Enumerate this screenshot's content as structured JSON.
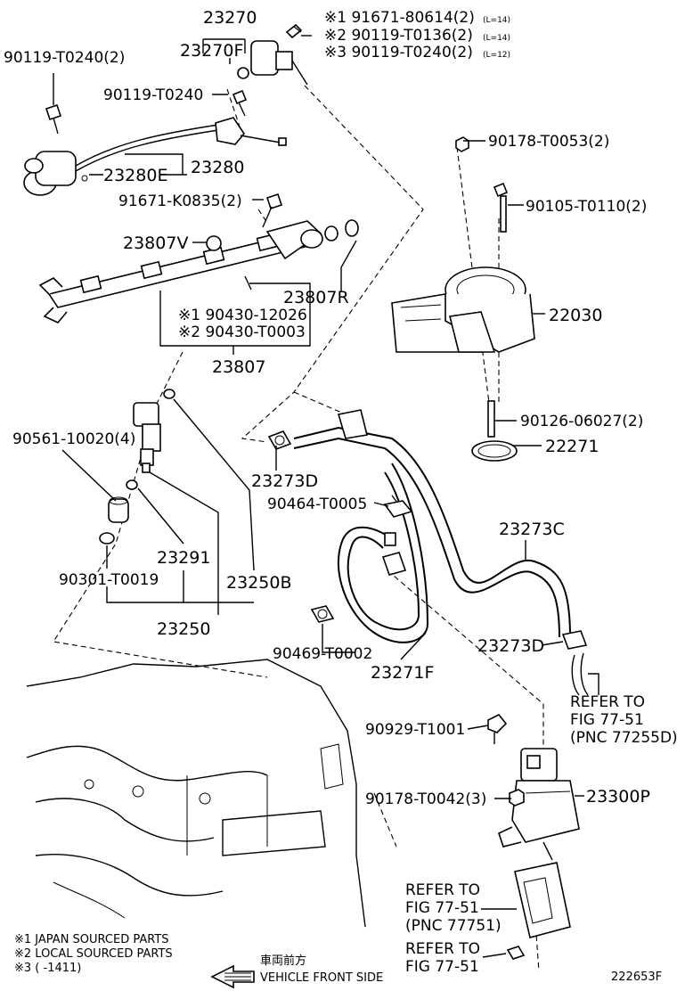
{
  "labels": {
    "p23270": "23270",
    "p23270f": "23270F",
    "note1_pn": "※1 91671-80614(2)",
    "note1_len": "(L=14)",
    "note2_pn": "※2 90119-T0136(2)",
    "note2_len": "(L=14)",
    "note3_pn": "※3 90119-T0240(2)",
    "note3_len": "(L=12)",
    "p90119_t0240_2": "90119-T0240(2)",
    "p90119_t0240": "90119-T0240",
    "p23280e": "23280E",
    "p23280": "23280",
    "p91671_k0835": "91671-K0835(2)",
    "p23807v": "23807V",
    "p23807r": "23807R",
    "p90430_12026": "※1 90430-12026",
    "p90430_t0003": "※2 90430-T0003",
    "p23807": "23807",
    "p90178_t0053": "90178-T0053(2)",
    "p90105_t0110": "90105-T0110(2)",
    "p22030": "22030",
    "p90126_06027": "90126-06027(2)",
    "p22271": "22271",
    "p90561_10020": "90561-10020(4)",
    "p23273d_top": "23273D",
    "p90464_t0005": "90464-T0005",
    "p23273c": "23273C",
    "p23291": "23291",
    "p23250b": "23250B",
    "p90301_t0019": "90301-T0019",
    "p23250": "23250",
    "p23273d_bot": "23273D",
    "p90469_t0002": "90469-T0002",
    "p23271f": "23271F",
    "refer1_a": "REFER TO",
    "refer1_b": "FIG 77-51",
    "refer1_c": "(PNC 77255D)",
    "p90929_t1001": "90929-T1001",
    "p90178_t0042": "90178-T0042(3)",
    "p23300p": "23300P",
    "refer2_a": "REFER TO",
    "refer2_b": "FIG 77-51",
    "refer2_c": "(PNC 77751)",
    "refer3_a": "REFER TO",
    "refer3_b": "FIG 77-51"
  },
  "legend": {
    "line1": "※1 JAPAN SOURCED PARTS",
    "line2": "※2 LOCAL SOURCED PARTS",
    "line3": "※3 (      -1411)"
  },
  "direction": {
    "jp": "車両前方",
    "en": "VEHICLE FRONT SIDE"
  },
  "figure_id": "222653F"
}
